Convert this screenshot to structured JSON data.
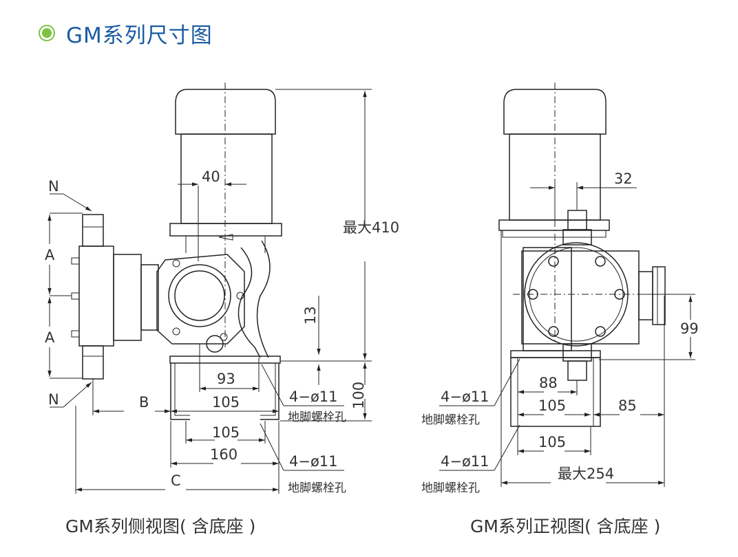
{
  "page_title": "GM系列尺寸图",
  "colors": {
    "title": "#1a5aa0",
    "bullet": "#7dc242",
    "line": "#222222",
    "text": "#333333"
  },
  "side_view": {
    "caption": "GM系列侧视图( 含底座 )",
    "labels": {
      "n_top": "N",
      "n_bottom": "N",
      "a_top": "A",
      "a_bottom": "A",
      "b": "B",
      "c": "C",
      "d40": "40",
      "d13": "13",
      "d93": "93",
      "d105a": "105",
      "d105b": "105",
      "d160": "160",
      "d100": "100",
      "max410": "最大410",
      "hole1": "4−ø11",
      "hole1_text": "地脚螺栓孔",
      "hole2": "4−ø11",
      "hole2_text": "地脚螺栓孔"
    }
  },
  "front_view": {
    "caption": "GM系列正视图( 含底座 )",
    "labels": {
      "d32": "32",
      "d99": "99",
      "d88": "88",
      "d105a": "105",
      "d85": "85",
      "d105b": "105",
      "max254": "最大254",
      "hole1": "4−ø11",
      "hole1_text": "地脚螺栓孔",
      "hole2": "4−ø11",
      "hole2_text": "地脚螺栓孔"
    }
  }
}
